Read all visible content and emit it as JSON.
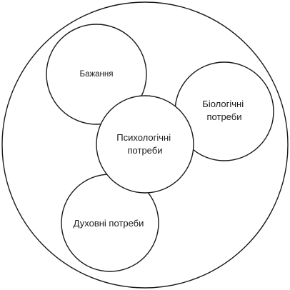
{
  "diagram": {
    "outer_label": "",
    "nodes": {
      "desires": {
        "lines": [
          "Бажання"
        ]
      },
      "biological": {
        "lines": [
          "Біологічні",
          "потреби"
        ]
      },
      "psychological": {
        "lines": [
          "Психологічні",
          "потреби"
        ]
      },
      "spiritual": {
        "lines": [
          "Духовні потреби"
        ]
      }
    }
  },
  "colors": {
    "stroke": "#1a1a1a",
    "fill": "#ffffff"
  }
}
